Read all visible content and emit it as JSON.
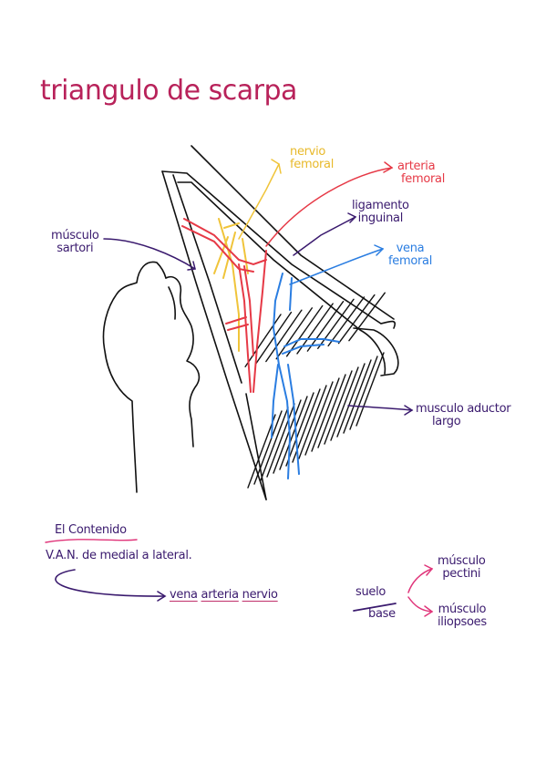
{
  "title": "triangulo de scarpa",
  "colors": {
    "title": "#b8225a",
    "purple": "#3a1a6e",
    "yellow": "#f0c43a",
    "red": "#e63946",
    "blue": "#2a7de1",
    "black": "#111111",
    "pink": "#e0357a"
  },
  "labels": {
    "nervio_femoral": [
      "nervio",
      "femoral"
    ],
    "arteria_femoral": [
      "arteria",
      "femoral"
    ],
    "ligamento_inguinal": [
      "ligamento",
      "inguinal"
    ],
    "vena_femoral": [
      "vena",
      "femoral"
    ],
    "musculo_sartori": [
      "músculo",
      "sartori"
    ],
    "musculo_aductor": [
      "musculo aductor",
      "largo"
    ]
  },
  "contenido": {
    "heading": "El Contenido",
    "line1": "V.A.N. de medial a lateral.",
    "order": [
      "vena",
      "arteria",
      "nervio"
    ]
  },
  "suelo": {
    "top": "suelo",
    "bottom": "base",
    "branches": [
      [
        "músculo",
        "pectini"
      ],
      [
        "músculo",
        "iliopsoes"
      ]
    ]
  }
}
